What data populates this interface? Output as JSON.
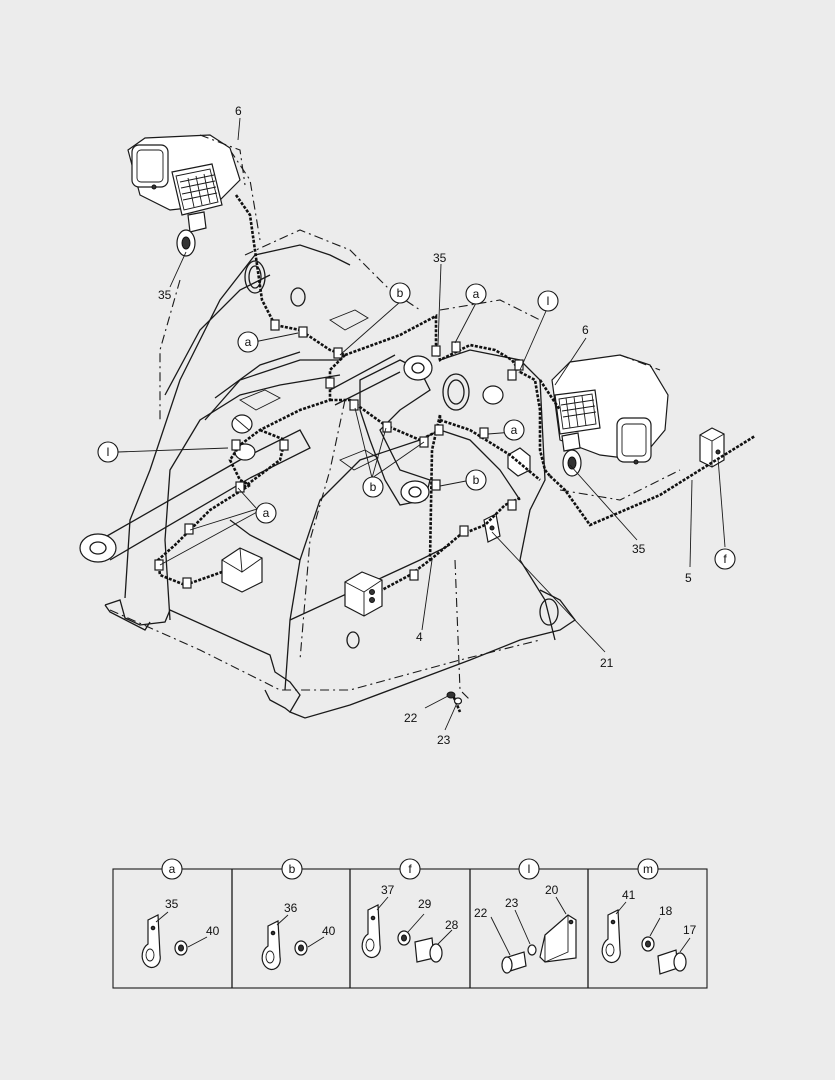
{
  "main_labels": {
    "lamp_left_num": "6",
    "lamp_left_clip": "35",
    "center_top_35": "35",
    "lamp_right_num": "6",
    "lamp_right_clip": "35",
    "harness_4": "4",
    "harness_5": "5",
    "bracket_21": "21",
    "bolt_22": "22",
    "washer_23": "23"
  },
  "callouts": {
    "a_upper_left": "a",
    "b_top": "b",
    "a_top": "a",
    "l_top": "l",
    "l_left": "l",
    "a_mid": "a",
    "b_mid_left": "b",
    "b_mid_right": "b",
    "a_bottom": "a",
    "f_right": "f"
  },
  "detail_panels": [
    {
      "id": "a",
      "parts": [
        "35",
        "40"
      ]
    },
    {
      "id": "b",
      "parts": [
        "36",
        "40"
      ]
    },
    {
      "id": "f",
      "parts": [
        "37",
        "29",
        "28"
      ]
    },
    {
      "id": "l",
      "parts": [
        "22",
        "23",
        "20"
      ]
    },
    {
      "id": "m",
      "parts": [
        "41",
        "18",
        "17"
      ]
    }
  ]
}
